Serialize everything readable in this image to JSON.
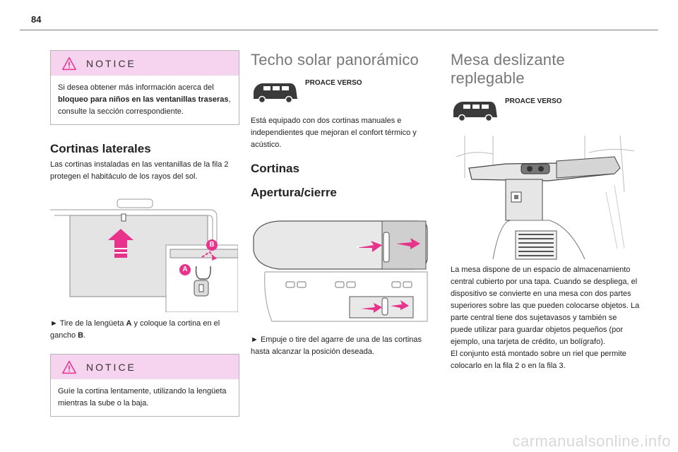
{
  "page_number": "84",
  "col1": {
    "notice1": {
      "title": "NOTICE",
      "text_before": "Si desea obtener más información acerca del ",
      "text_bold": "bloqueo para niños en las ventanillas traseras",
      "text_after": ", consulte la sección correspondiente."
    },
    "heading": "Cortinas laterales",
    "intro": "Las cortinas instaladas en las ventanillas de la fila 2 protegen el habitáculo de los rayos del sol.",
    "callouts": {
      "a": "A",
      "b": "B"
    },
    "step": {
      "arrow": "►",
      "t1": " Tire de la lengüeta ",
      "b1": "A",
      "t2": " y coloque la cortina en el gancho ",
      "b2": "B",
      "t3": "."
    },
    "notice2": {
      "title": "NOTICE",
      "text": "Guíe la cortina lentamente, utilizando la lengüeta mientras la sube o la baja."
    }
  },
  "col2": {
    "title": "Techo solar panorámico",
    "model": "PROACE VERSO",
    "intro": "Está equipado con dos cortinas manuales e independientes que mejoran el confort térmico y acústico.",
    "heading": "Cortinas",
    "subheading": "Apertura/cierre",
    "step": {
      "arrow": "►",
      "text": " Empuje o tire del agarre de una de las cortinas hasta alcanzar la posición deseada."
    }
  },
  "col3": {
    "title": "Mesa deslizante replegable",
    "model": "PROACE VERSO",
    "description": "La mesa dispone de un espacio de almacenamiento central cubierto por una tapa. Cuando se despliega, el dispositivo se convierte en una mesa con dos partes superiores sobre las que pueden colocarse objetos. La parte central tiene dos sujetavasos y también se puede utilizar para guardar objetos pequeños (por ejemplo, una tarjeta de crédito, un bolígrafo).",
    "description2": "El conjunto está montado sobre un riel que permite colocarlo en la fila 2 o en la fila 3."
  },
  "footer": {
    "watermark": "carmanualsonline.info"
  },
  "colors": {
    "accent_pink": "#e8338d",
    "notice_bg": "#f6d3ee",
    "rule": "#7a7a7a"
  }
}
